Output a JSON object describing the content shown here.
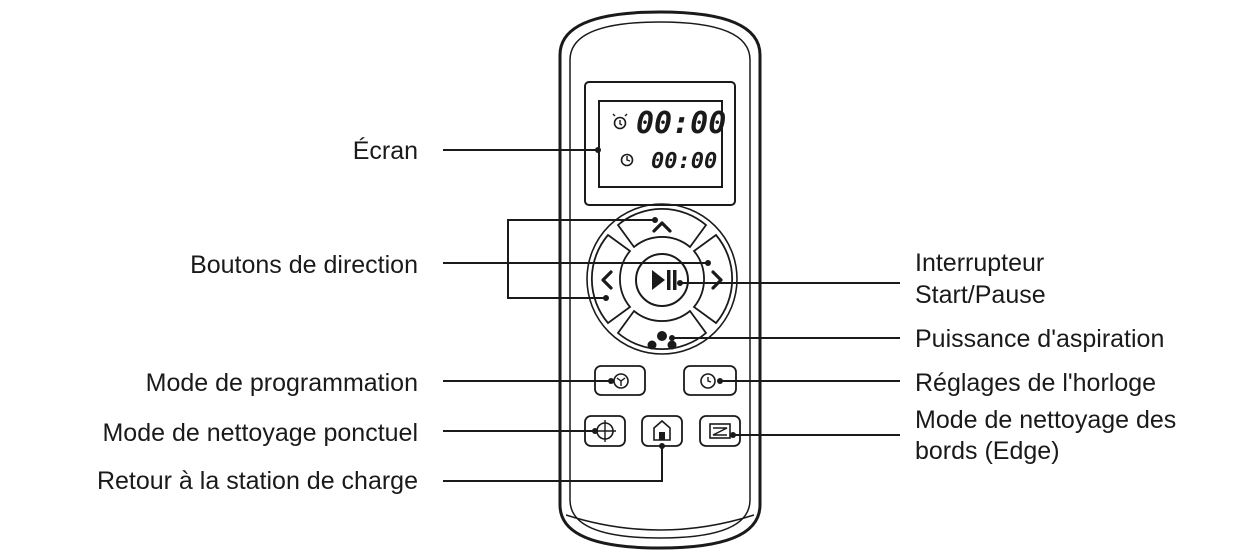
{
  "display": {
    "alarm_time": "00:00",
    "clock_time": "00:00"
  },
  "labels": {
    "screen": "Écran",
    "direction_buttons": "Boutons de direction",
    "start_pause_line1": "Interrupteur",
    "start_pause_line2": "Start/Pause",
    "suction_power": "Puissance d'aspiration",
    "schedule_mode": "Mode de programmation",
    "clock_settings": "Réglages de l'horloge",
    "spot_cleaning": "Mode de nettoyage ponctuel",
    "edge_cleaning_line1": "Mode de nettoyage des",
    "edge_cleaning_line2": "bords (Edge)",
    "return_to_dock": "Retour à la station de charge"
  },
  "icons": {
    "alarm": "alarm-clock-icon",
    "clock": "clock-icon",
    "up": "chevron-up-icon",
    "left": "chevron-left-icon",
    "right": "chevron-right-icon",
    "play_pause": "play-pause-icon",
    "fan": "fan-icon",
    "schedule": "schedule-icon",
    "clock_button": "clock-icon",
    "spot": "crosshair-icon",
    "home": "home-icon",
    "edge": "edge-icon"
  }
}
